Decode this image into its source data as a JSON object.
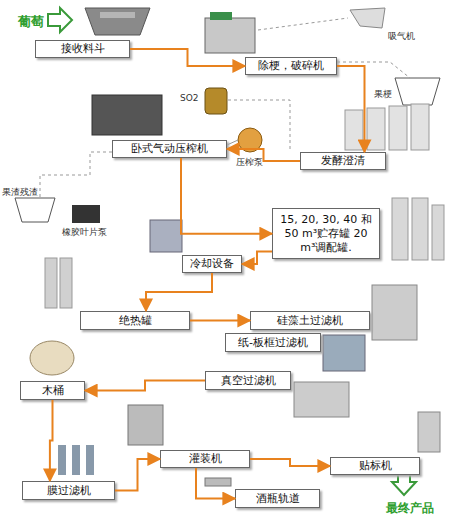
{
  "diagram": {
    "nodes": [
      {
        "text": [
          "接收料斗"
        ]
      },
      {
        "text": [
          "除梗，破碎机"
        ]
      },
      {
        "text": [
          "发酵澄清"
        ]
      },
      {
        "text": [
          "卧式气动压榨机"
        ]
      },
      {
        "text": [
          "15, 20, 30, 40 和 50 m³贮存罐 20 m³调配罐."
        ]
      },
      {
        "text": [
          "冷却设备"
        ]
      },
      {
        "text": [
          "绝热罐"
        ]
      },
      {
        "text": [
          "硅藻土过滤机"
        ]
      },
      {
        "text": [
          "纸-板框过滤机"
        ]
      },
      {
        "text": [
          "真空过滤机"
        ]
      },
      {
        "text": [
          "木桶"
        ]
      },
      {
        "text": [
          "膜过滤机"
        ]
      },
      {
        "text": [
          "灌装机"
        ]
      },
      {
        "text": [
          "贴标机"
        ]
      },
      {
        "text": [
          "酒瓶轨道"
        ]
      }
    ],
    "edges": [
      {
        "from": 0,
        "to": 1,
        "arrow": "to"
      },
      {
        "from": 1,
        "to": 2,
        "arrow": "to"
      },
      {
        "from": 2,
        "to": 3,
        "arrow": "to"
      },
      {
        "from": 3,
        "to": 4,
        "arrow": "to"
      },
      {
        "from": 4,
        "to": 5,
        "arrow": "to"
      },
      {
        "from": 5,
        "to": 6,
        "arrow": "to"
      },
      {
        "from": 6,
        "to": 7,
        "arrow": "to"
      },
      {
        "from": 9,
        "to": 10,
        "arrow": "to"
      },
      {
        "from": 10,
        "to": 11,
        "arrow": "to"
      },
      {
        "from": 11,
        "to": 12,
        "arrow": "to"
      },
      {
        "from": 12,
        "to": 13,
        "arrow": "to"
      },
      {
        "from": 12,
        "to": 14,
        "arrow": "to"
      }
    ],
    "labels": [
      "葡萄",
      "吸气机",
      "果梗",
      "SO2",
      "压榨泵",
      "果渣残渣",
      "橡胶叶片泵",
      "最终产品"
    ]
  }
}
